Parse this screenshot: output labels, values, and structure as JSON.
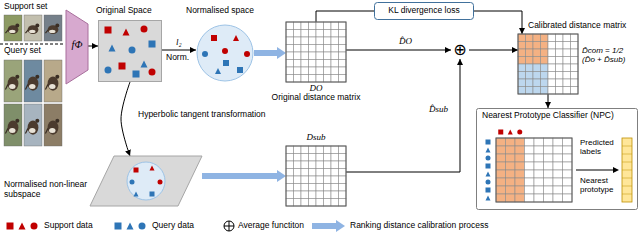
{
  "diagram": {
    "nodes": [
      {
        "text": [
          "Support set"
        ]
      },
      {
        "text": [
          "Query set"
        ]
      },
      {
        "text": [
          "fΦ"
        ]
      },
      {
        "text": [
          "Original Space"
        ]
      },
      {
        "text": [
          "Normalised space"
        ]
      },
      {
        "text": [
          "Normalised non-linear subspace"
        ]
      },
      {
        "text": [
          "DO",
          "Original distance matrix"
        ]
      },
      {
        "text": [
          "Dsub"
        ]
      },
      {
        "text": [
          "KL divergence loss"
        ]
      },
      {
        "text": [
          "⊕"
        ]
      },
      {
        "text": [
          "Calibrated distance matrix"
        ]
      },
      {
        "text": [
          "Nearest Prototype Classifier (NPC)",
          "Nearest prototype",
          "Predicted labels"
        ]
      }
    ],
    "edges": [
      {
        "from": 2,
        "to": 3,
        "arrow": "to"
      },
      {
        "from": 3,
        "to": 4,
        "arrow": "to"
      },
      {
        "from": 3,
        "to": 5,
        "arrow": "to"
      },
      {
        "from": 4,
        "to": 6,
        "arrow": "to"
      },
      {
        "from": 5,
        "to": 7,
        "arrow": "to"
      },
      {
        "from": 6,
        "to": 9,
        "label": "D̂O",
        "arrow": "to"
      },
      {
        "from": 7,
        "to": 9,
        "label": "D̂sub",
        "arrow": "to"
      },
      {
        "from": 9,
        "to": 10,
        "arrow": "to"
      },
      {
        "from": 6,
        "to": 8,
        "arrow": "none"
      },
      {
        "from": 8,
        "to": 10,
        "arrow": "to"
      },
      {
        "from": 10,
        "to": 11,
        "arrow": "to"
      }
    ],
    "labels": [
      "l₂",
      "Norm.",
      "Hyperbolic tangent transformation",
      "D̂com = 1/2 (D̂o + D̂sub)"
    ],
    "legend": [
      {
        "text": "Support data"
      },
      {
        "text": "Query data"
      },
      {
        "text": "Average functiton"
      },
      {
        "text": "Ranking distance calibration process"
      }
    ]
  }
}
